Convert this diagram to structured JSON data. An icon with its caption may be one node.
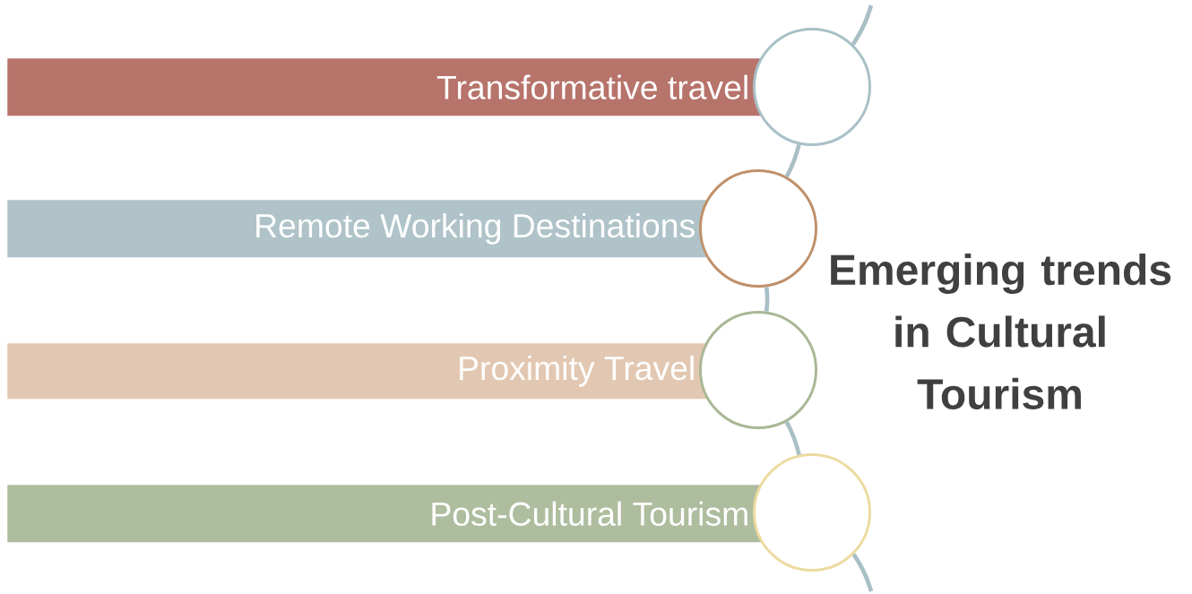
{
  "diagram": {
    "title": "Emerging trends in Cultural Tourism",
    "nodes": [
      {
        "text": [
          "Transformative travel"
        ]
      },
      {
        "text": [
          "Remote Working Destinations"
        ]
      },
      {
        "text": [
          "Proximity Travel"
        ]
      },
      {
        "text": [
          "Post-Cultural Tourism"
        ]
      },
      {
        "text": [],
        "shape": "circle"
      },
      {
        "text": [],
        "shape": "circle"
      },
      {
        "text": [],
        "shape": "circle"
      },
      {
        "text": [],
        "shape": "circle"
      }
    ],
    "edges": [
      {
        "from": null,
        "to": 4,
        "arrow": "none"
      },
      {
        "from": 4,
        "to": 5,
        "arrow": "none"
      },
      {
        "from": 5,
        "to": 6,
        "arrow": "none"
      },
      {
        "from": 6,
        "to": 7,
        "arrow": "none"
      },
      {
        "from": 7,
        "to": null,
        "arrow": "none"
      }
    ]
  }
}
